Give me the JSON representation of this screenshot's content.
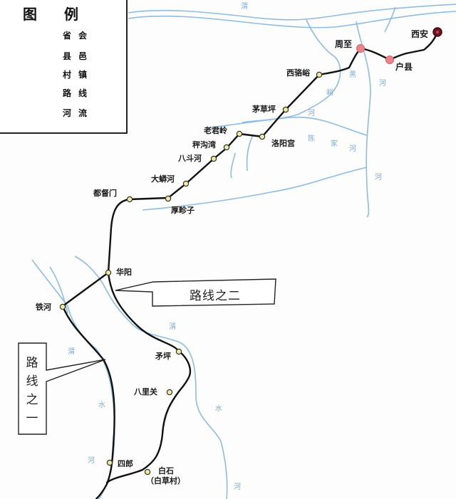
{
  "legend": {
    "title": "图例",
    "items": [
      {
        "symbol": "provincial-capital-dot",
        "label": "省会",
        "color": "#6b1420"
      },
      {
        "symbol": "county-town-dot",
        "label": "县邑",
        "color": "#e8848a"
      },
      {
        "symbol": "village-dot",
        "label": "村镇",
        "color": "#f0eba0"
      },
      {
        "symbol": "route-line",
        "label": "路线",
        "color": "#111111"
      },
      {
        "symbol": "river-line",
        "label": "河流",
        "color": "#8fbce0"
      }
    ]
  },
  "places": {
    "xian": "西安",
    "zhouzhi": "周至",
    "huxian": "户县",
    "xiluoyu": "西骆峪",
    "maocaoping": "茅草坪",
    "laojunling": "老君岭",
    "luoyanggong": "洛阳宫",
    "chenggouwan": "秤沟湾",
    "badouhe": "八斗河",
    "damanghe": "大蟒河",
    "dudumen": "都督门",
    "houzhenzi": "厚畛子",
    "huayang": "华阳",
    "tiehe": "铁河",
    "maoping": "矛坪",
    "baliguan": "八里关",
    "silang": "四郎",
    "baishi": "白石",
    "baishi_alt": "（白草村）"
  },
  "river_labels": {
    "wei": "渭",
    "heihe_1": "黑",
    "heihe_2": "峪",
    "heihe_3": "河",
    "chenjia_1": "陈",
    "chenjia_2": "家",
    "chenjia_3": "河",
    "east_he": "河",
    "xu_1": "渭",
    "xu_2": "水",
    "xu_3": "河",
    "tian_1": "湑",
    "tian_2": "水",
    "tian_3": "河"
  },
  "callouts": {
    "route_two": "路线之二",
    "route_one": [
      "路",
      "线",
      "之",
      "一"
    ]
  },
  "colors": {
    "route": "#111111",
    "river": "#8fbce0",
    "capital": "#6b1420",
    "county": "#e8848a",
    "village": "#f0eba0"
  }
}
